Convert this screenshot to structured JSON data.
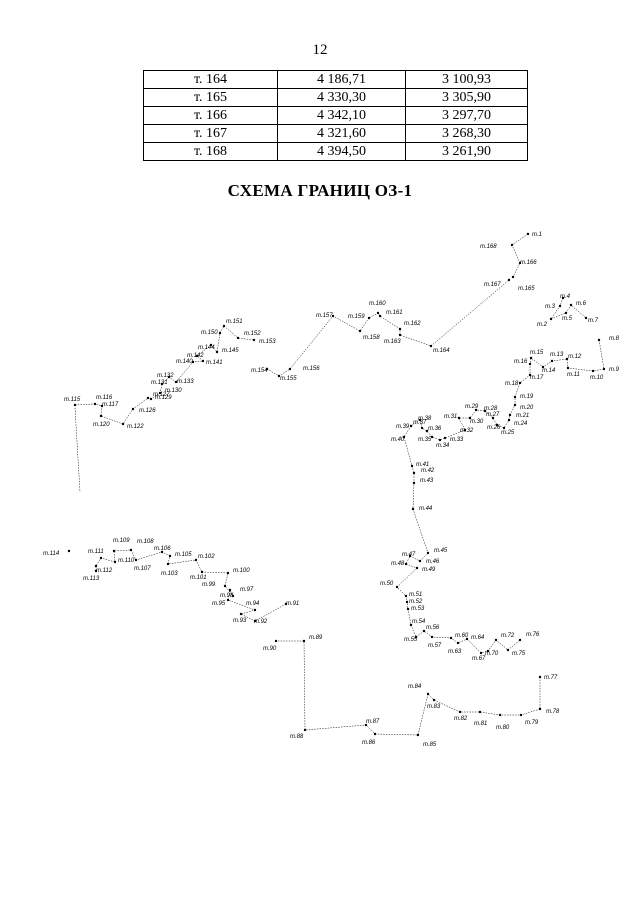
{
  "page_number": "12",
  "table": {
    "rows": [
      [
        "т. 164",
        "4 186,71",
        "3 100,93"
      ],
      [
        "т. 165",
        "4 330,30",
        "3 305,90"
      ],
      [
        "т. 166",
        "4 342,10",
        "3 297,70"
      ],
      [
        "т. 167",
        "4 321,60",
        "3 268,30"
      ],
      [
        "т. 168",
        "4 394,50",
        "3 261,90"
      ]
    ]
  },
  "title": "СХЕМА ГРАНИЦ ОЗ-1",
  "scheme_labels": [
    "т.1",
    "т.2",
    "т.3",
    "т.4",
    "т.5",
    "т.6",
    "т.7",
    "т.8",
    "т.9",
    "т.10",
    "т.11",
    "т.12",
    "т.13",
    "т.14",
    "т.15",
    "т.16",
    "т.17",
    "т.18",
    "т.19",
    "т.20",
    "т.21",
    "т.24",
    "т.25",
    "т.26",
    "т.27",
    "т.28",
    "т.29",
    "т.30",
    "т.31",
    "т.32",
    "т.33",
    "т.34",
    "т.35",
    "т.36",
    "т.37",
    "т.38",
    "т.39",
    "т.40",
    "т.41",
    "т.42",
    "т.43",
    "т.44",
    "т.45",
    "т.46",
    "т.47",
    "т.48",
    "т.49",
    "т.50",
    "т.51",
    "т.52",
    "т.53",
    "т.54",
    "т.55",
    "т.56",
    "т.57",
    "т.60",
    "т.63",
    "т.64",
    "т.67",
    "т.70",
    "т.72",
    "т.75",
    "т.76",
    "т.77",
    "т.78",
    "т.79",
    "т.80",
    "т.81",
    "т.82",
    "т.83",
    "т.84",
    "т.85",
    "т.86",
    "т.87",
    "т.88",
    "т.89",
    "т.90",
    "т.91",
    "т.92",
    "т.93",
    "т.94",
    "т.95",
    "т.97",
    "т.98",
    "т.99",
    "т.100",
    "т.101",
    "т.102",
    "т.103",
    "т.105",
    "т.106",
    "т.107",
    "т.108",
    "т.109",
    "т.110",
    "т.111",
    "т.112",
    "т.113",
    "т.114",
    "т.115",
    "т.116",
    "т.117",
    "т.120",
    "т.122",
    "т.126",
    "т.127",
    "т.129",
    "т.130",
    "т.131",
    "т.132",
    "т.133",
    "т.140",
    "т.141",
    "т.142",
    "т.144",
    "т.145",
    "т.150",
    "т.151",
    "т.152",
    "т.153",
    "т.154",
    "т.155",
    "т.156",
    "т.157",
    "т.158",
    "т.159",
    "т.160",
    "т.161",
    "т.162",
    "т.163",
    "т.164",
    "т.165",
    "т.166",
    "т.167",
    "т.168"
  ]
}
